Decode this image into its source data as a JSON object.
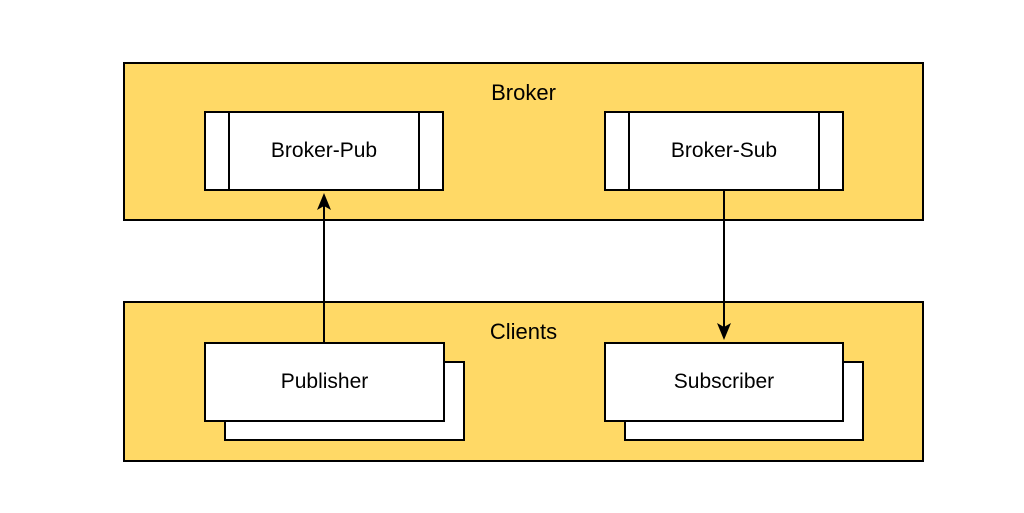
{
  "broker": {
    "title": "Broker",
    "pub_label": "Broker-Pub",
    "sub_label": "Broker-Sub"
  },
  "clients": {
    "title": "Clients",
    "publisher_label": "Publisher",
    "subscriber_label": "Subscriber"
  },
  "colors": {
    "group_fill": "#ffd966",
    "box_fill": "#ffffff",
    "stroke": "#000000"
  }
}
